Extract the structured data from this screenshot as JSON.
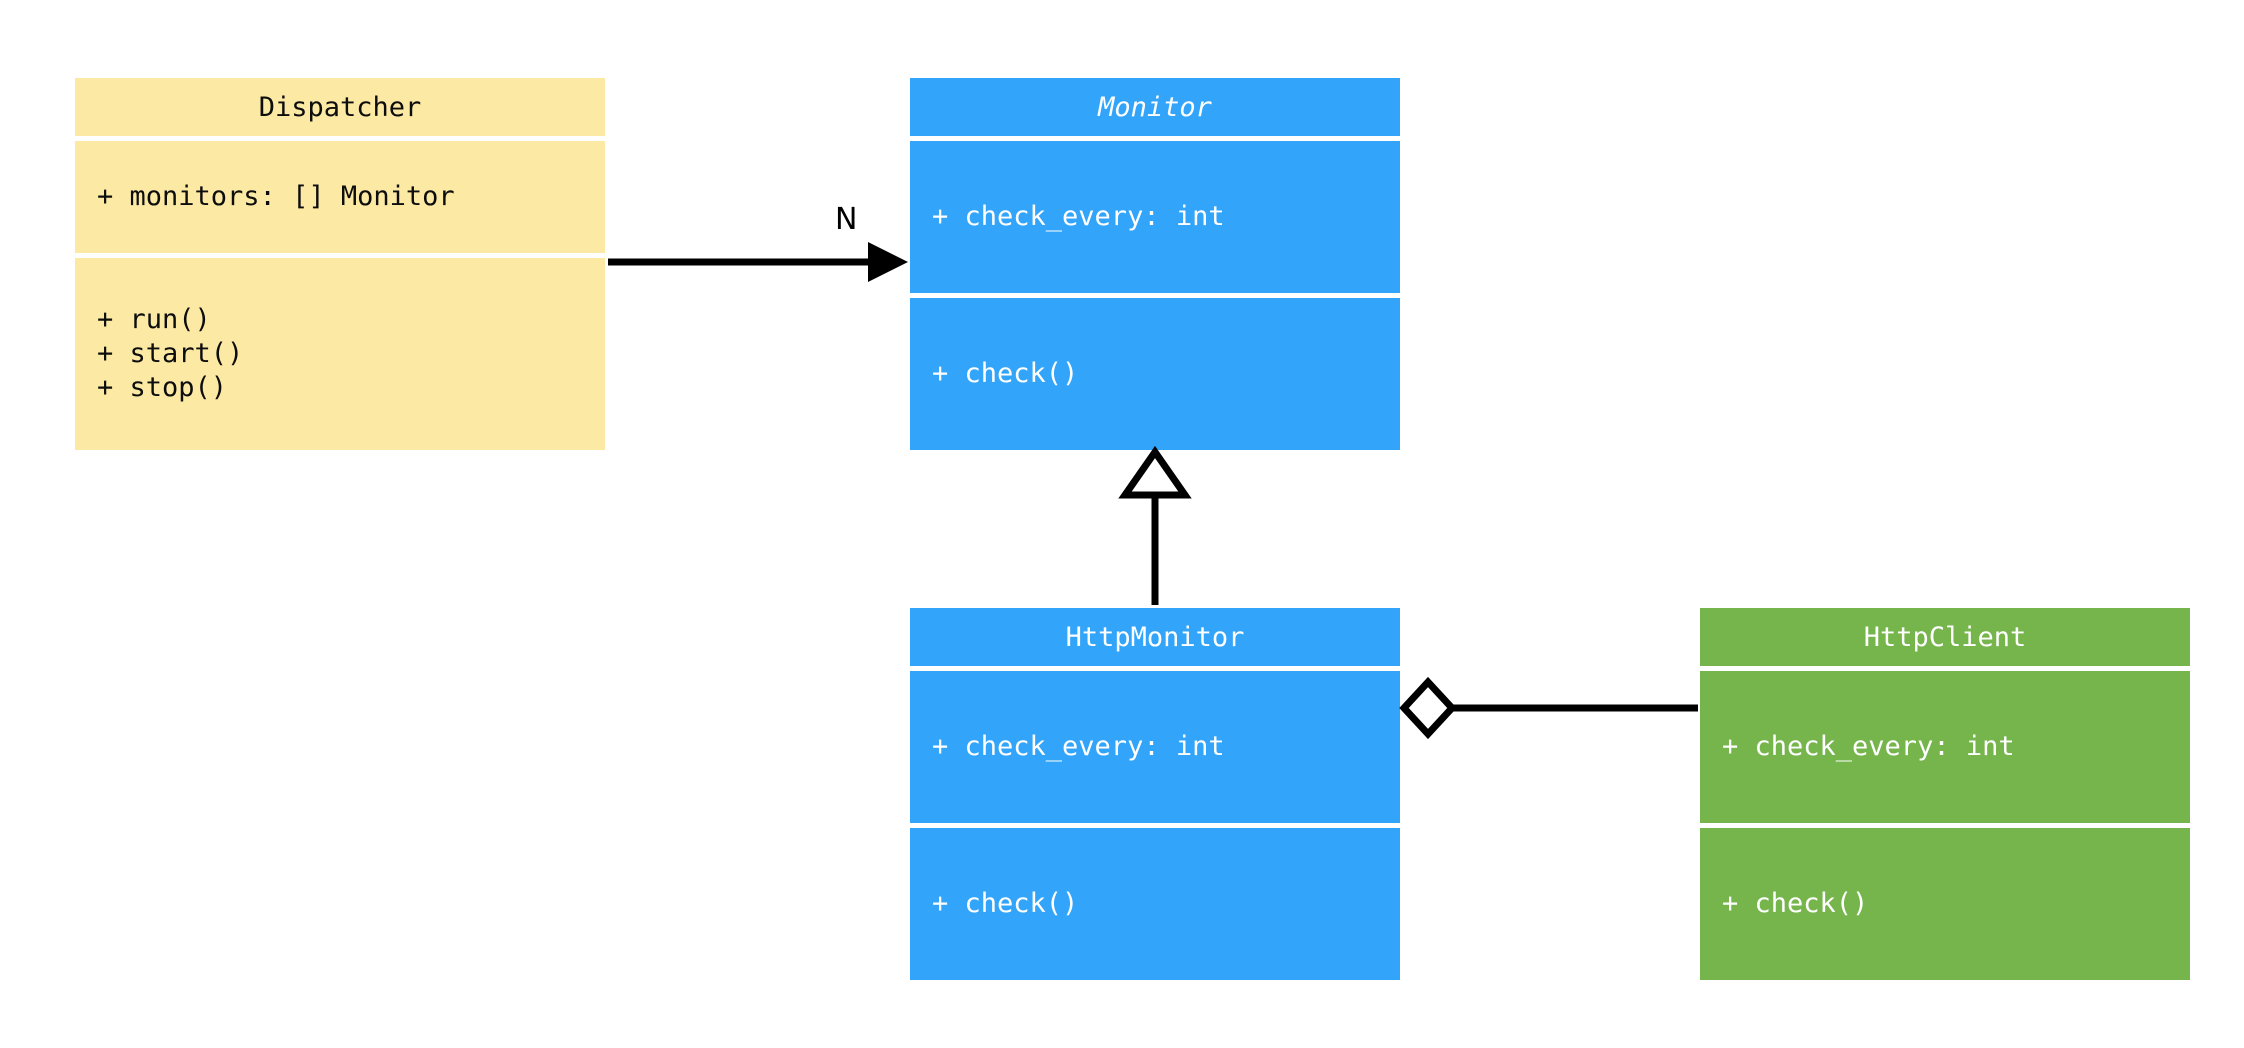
{
  "diagram": {
    "type": "uml-class-diagram",
    "background": "#ffffff",
    "classes": [
      {
        "id": "dispatcher",
        "name": "Dispatcher",
        "abstract": false,
        "color": "#fbe9a4",
        "text_color": "#0d0d0d",
        "attributes": [
          "+ monitors: [] Monitor"
        ],
        "methods": [
          "+ run()",
          "+ start()",
          "+ stop()"
        ]
      },
      {
        "id": "monitor",
        "name": "Monitor",
        "abstract": true,
        "color": "#32a5fb",
        "text_color": "#ffffff",
        "attributes": [
          "+ check_every: int"
        ],
        "methods": [
          "+ check()"
        ]
      },
      {
        "id": "httpmonitor",
        "name": "HttpMonitor",
        "abstract": false,
        "color": "#32a5fb",
        "text_color": "#ffffff",
        "attributes": [
          "+ check_every: int"
        ],
        "methods": [
          "+ check()"
        ]
      },
      {
        "id": "httpclient",
        "name": "HttpClient",
        "abstract": false,
        "color": "#76b54c",
        "text_color": "#ffffff",
        "attributes": [
          "+ check_every: int"
        ],
        "methods": [
          "+ check()"
        ]
      }
    ],
    "relations": [
      {
        "id": "dispatcher-to-monitor",
        "kind": "association",
        "from": "Dispatcher",
        "to": "Monitor",
        "label": "N",
        "arrowhead": "filled-triangle",
        "line_color": "#000000"
      },
      {
        "id": "httpmonitor-to-monitor",
        "kind": "generalization",
        "from": "HttpMonitor",
        "to": "Monitor",
        "label": "",
        "arrowhead": "hollow-triangle",
        "line_color": "#000000"
      },
      {
        "id": "httpmonitor-to-httpclient",
        "kind": "aggregation",
        "from": "HttpMonitor",
        "to": "HttpClient",
        "label": "",
        "arrowhead": "hollow-diamond",
        "line_color": "#000000"
      }
    ]
  }
}
